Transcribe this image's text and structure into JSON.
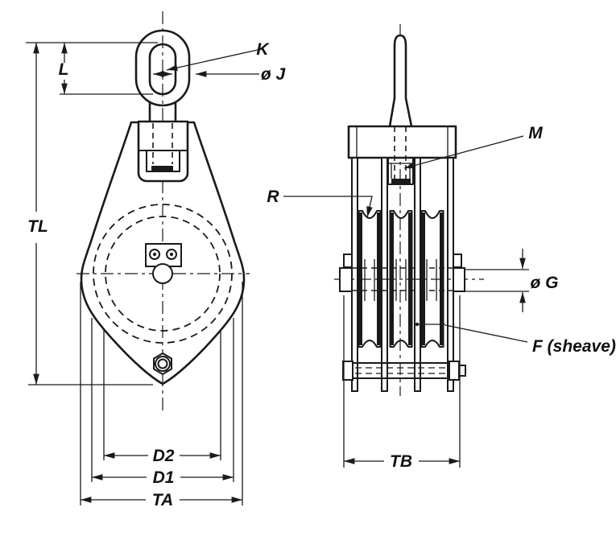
{
  "figure": {
    "background": "#ffffff",
    "line_color": "#1a1a1a",
    "views": {
      "left": "front view of pulley block",
      "right": "side view of pulley block"
    }
  },
  "labels": {
    "K": "K",
    "J": "ø J",
    "L": "L",
    "TL": "TL",
    "M": "M",
    "R": "R",
    "G": "ø G",
    "F": "F (sheave)",
    "D2": "D2",
    "D1": "D1",
    "TA": "TA",
    "TB": "TB"
  }
}
